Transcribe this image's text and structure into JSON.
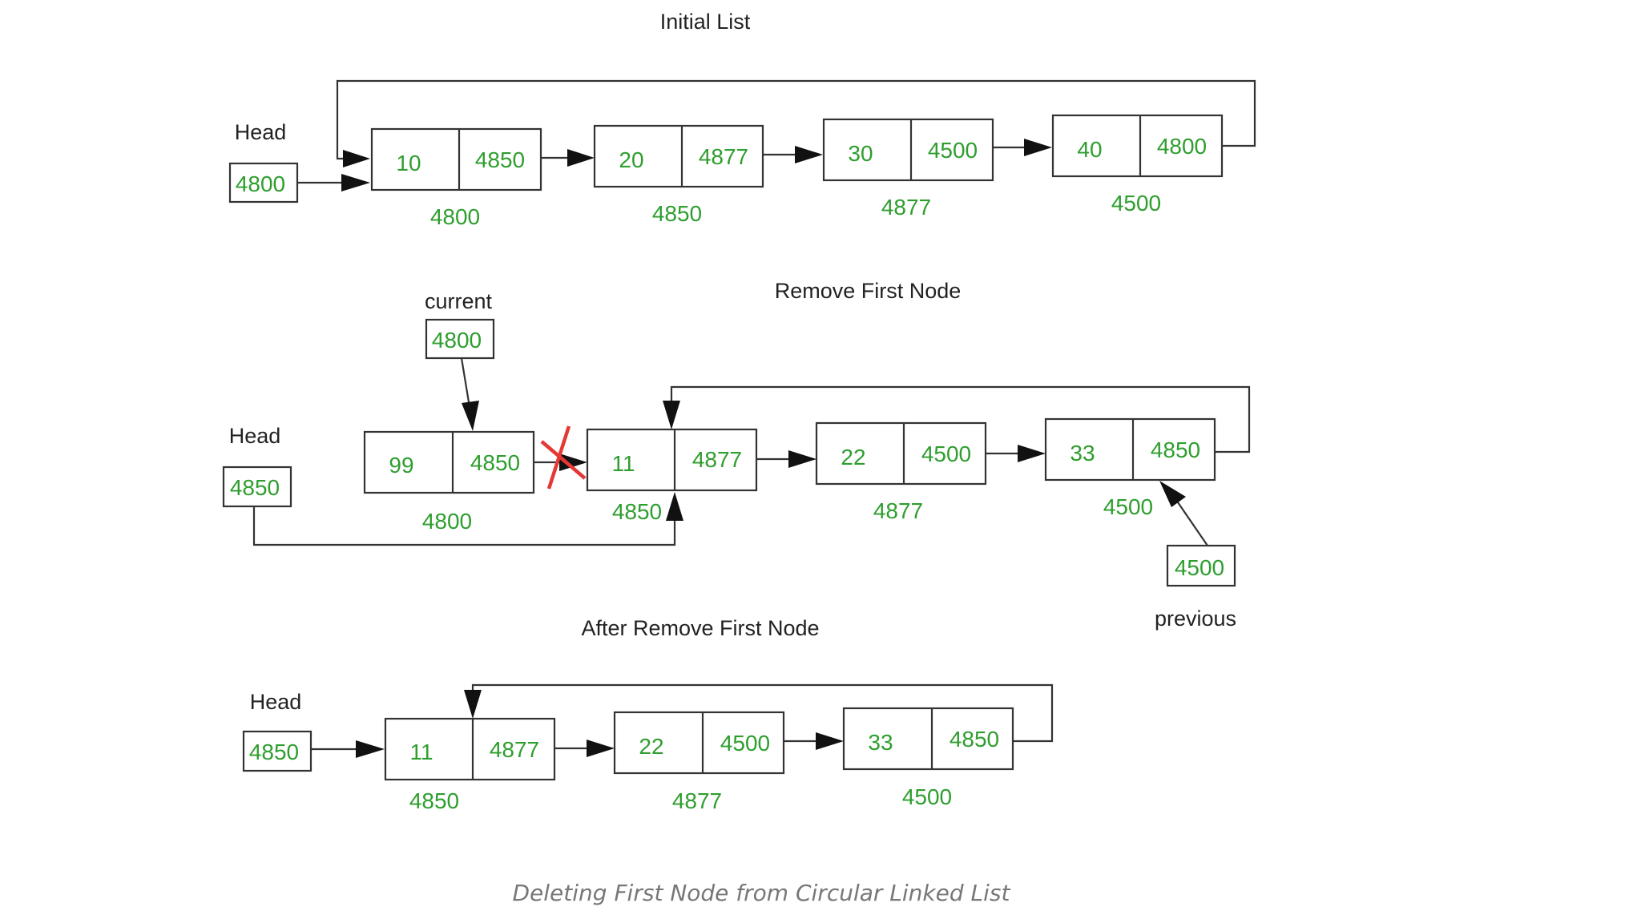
{
  "colors": {
    "value_text": "#2e9e2e",
    "line": "#333333",
    "cross": "#e53935"
  },
  "caption": "Deleting First Node from Circular Linked List",
  "initial": {
    "title": "Initial List",
    "head_label": "Head",
    "head_value": "4800",
    "nodes": [
      {
        "data": "10",
        "next": "4850",
        "address": "4800"
      },
      {
        "data": "20",
        "next": "4877",
        "address": "4850"
      },
      {
        "data": "30",
        "next": "4500",
        "address": "4877"
      },
      {
        "data": "40",
        "next": "4800",
        "address": "4500"
      }
    ]
  },
  "remove": {
    "title": "Remove First Node",
    "head_label": "Head",
    "head_value": "4850",
    "current_label": "current",
    "current_value": "4800",
    "previous_label": "previous",
    "previous_value": "4500",
    "nodes": [
      {
        "data": "99",
        "next": "4850",
        "address": "4800"
      },
      {
        "data": "11",
        "next": "4877",
        "address": "4850"
      },
      {
        "data": "22",
        "next": "4500",
        "address": "4877"
      },
      {
        "data": "33",
        "next": "4850",
        "address": "4500"
      }
    ]
  },
  "after": {
    "title": "After Remove First Node",
    "head_label": "Head",
    "head_value": "4850",
    "nodes": [
      {
        "data": "11",
        "next": "4877",
        "address": "4850"
      },
      {
        "data": "22",
        "next": "4500",
        "address": "4877"
      },
      {
        "data": "33",
        "next": "4850",
        "address": "4500"
      }
    ]
  }
}
